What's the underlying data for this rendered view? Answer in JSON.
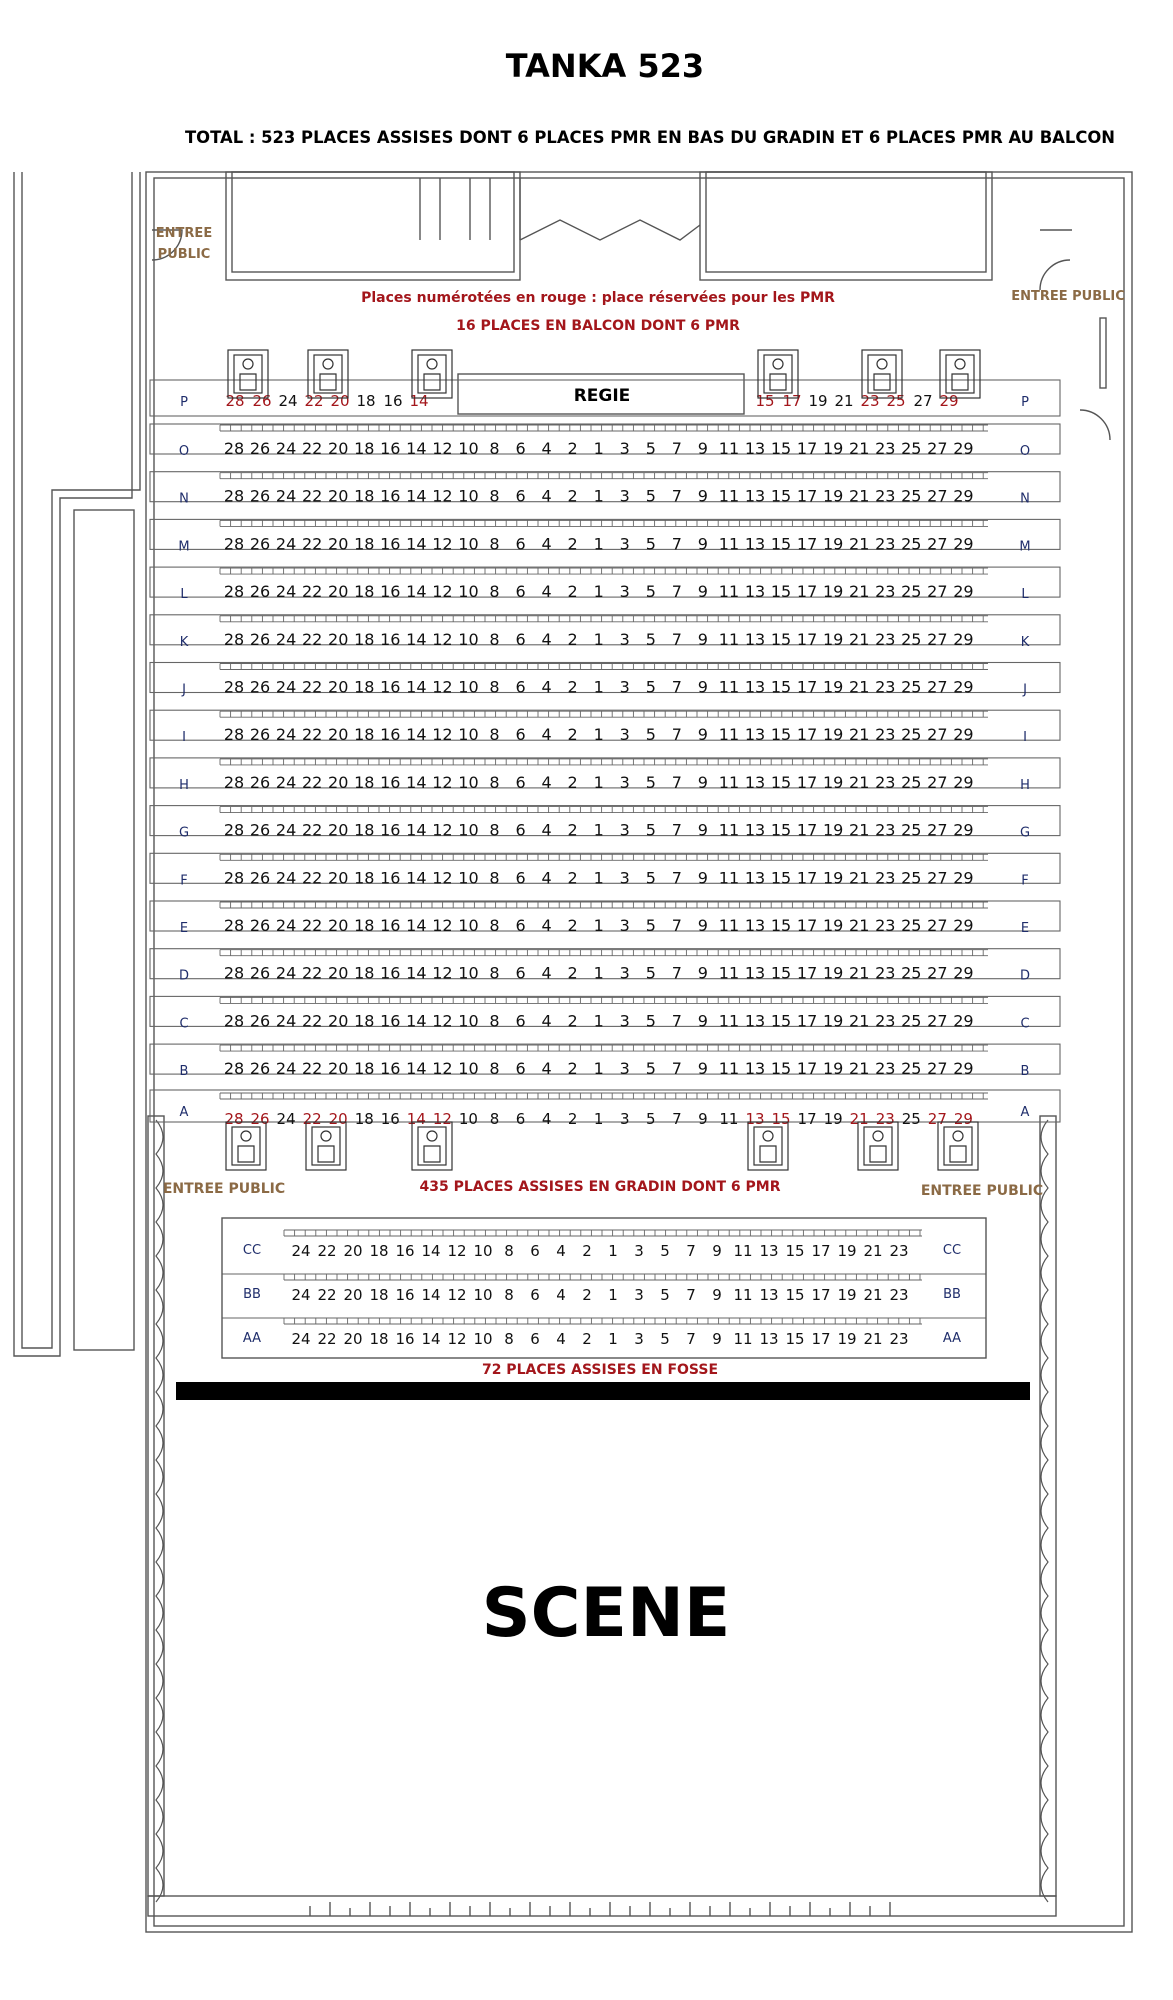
{
  "header": {
    "title": "TANKA 523",
    "subtitle": "TOTAL : 523 PLACES ASSISES DONT 6 PLACES PMR EN BAS DU GRADIN ET 6 PLACES PMR AU BALCON"
  },
  "notes": {
    "legend": "Places numérotées en rouge : place réservées pour les PMR",
    "balcony": "16 PLACES EN BALCON DONT 6 PMR",
    "gradin": "435 PLACES ASSISES EN GRADIN DONT 6 PMR",
    "fosse": "72 PLACES ASSISES EN FOSSE"
  },
  "labels": {
    "entree_top_left_1": "ENTREE",
    "entree_top_left_2": "PUBLIC",
    "entree_top_right": "ENTREE PUBLIC",
    "entree_bottom_left": "ENTREE PUBLIC",
    "entree_bottom_right": "ENTREE PUBLIC",
    "regie": "REGIE",
    "scene": "SCENE"
  },
  "colors": {
    "accent_red": "#a3161b",
    "row_letter_blue": "#1f2d6b",
    "entrance_brown": "#8b6a45",
    "line": "#555555"
  },
  "seats": {
    "standard_sequence": [
      "28",
      "26",
      "24",
      "22",
      "20",
      "18",
      "16",
      "14",
      "12",
      "10",
      "8",
      "6",
      "4",
      "2",
      "1",
      "3",
      "5",
      "7",
      "9",
      "11",
      "13",
      "15",
      "17",
      "19",
      "21",
      "23",
      "25",
      "27",
      "29"
    ],
    "gradin_rows": [
      "O",
      "N",
      "M",
      "L",
      "K",
      "J",
      "I",
      "H",
      "G",
      "F",
      "E",
      "D",
      "C",
      "B"
    ],
    "row_A": {
      "letter": "A",
      "seats": [
        "28",
        "26",
        "24",
        "22",
        "20",
        "18",
        "16",
        "14",
        "12",
        "10",
        "8",
        "6",
        "4",
        "2",
        "1",
        "3",
        "5",
        "7",
        "9",
        "11",
        "13",
        "15",
        "17",
        "19",
        "21",
        "23",
        "25",
        "27",
        "29"
      ],
      "pmr": [
        "28",
        "26",
        "22",
        "20",
        "14",
        "12",
        "13",
        "15",
        "21",
        "23",
        "27",
        "29"
      ]
    },
    "balcony_P": {
      "letter": "P",
      "left": [
        "28",
        "26",
        "24",
        "22",
        "20",
        "18",
        "16",
        "14"
      ],
      "right": [
        "15",
        "17",
        "19",
        "21",
        "23",
        "25",
        "27",
        "29"
      ],
      "pmr": [
        "28",
        "26",
        "22",
        "20",
        "14",
        "15",
        "17",
        "23",
        "25",
        "29"
      ]
    },
    "fosse_sequence": [
      "24",
      "22",
      "20",
      "18",
      "16",
      "14",
      "12",
      "10",
      "8",
      "6",
      "4",
      "2",
      "1",
      "3",
      "5",
      "7",
      "9",
      "11",
      "13",
      "15",
      "17",
      "19",
      "21",
      "23"
    ],
    "fosse_rows": [
      "CC",
      "BB",
      "AA"
    ]
  }
}
